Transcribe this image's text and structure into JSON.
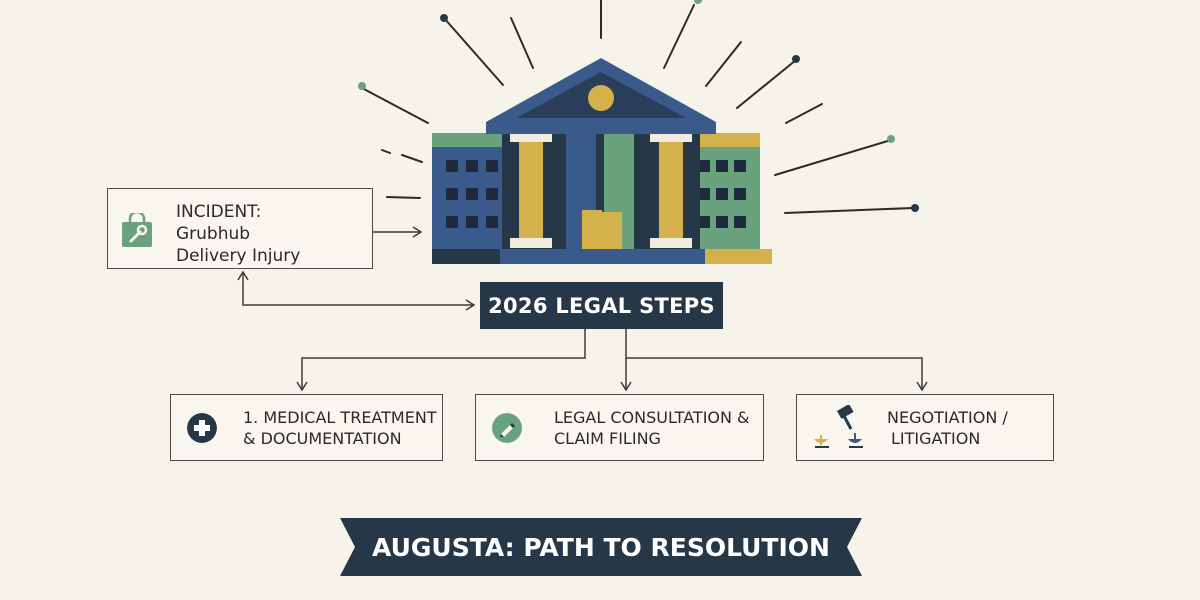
{
  "incident": {
    "line1": "INCIDENT:",
    "line2": "Grubhub",
    "line3": "Delivery Injury",
    "icon": "shopping-bag-wrench-icon"
  },
  "hub": {
    "title": "2026 LEGAL STEPS",
    "icon": "courthouse-icon"
  },
  "steps": [
    {
      "line1": "1. MEDICAL TREATMENT",
      "line2": "& DOCUMENTATION",
      "icon": "medical-cross-icon"
    },
    {
      "line1": "LEGAL CONSULTATION &",
      "line2": "CLAIM FILING",
      "icon": "pen-document-icon"
    },
    {
      "line1": "NEGOTIATION /",
      "line2": "LITIGATION",
      "icon": "gavel-scales-icon"
    }
  ],
  "banner": {
    "text": "AUGUSTA: PATH TO RESOLUTION"
  },
  "colors": {
    "navy": "#263748",
    "blue": "#3b5a8c",
    "green": "#6aa27d",
    "gold": "#d4b14a",
    "background": "#f6f3ea"
  }
}
